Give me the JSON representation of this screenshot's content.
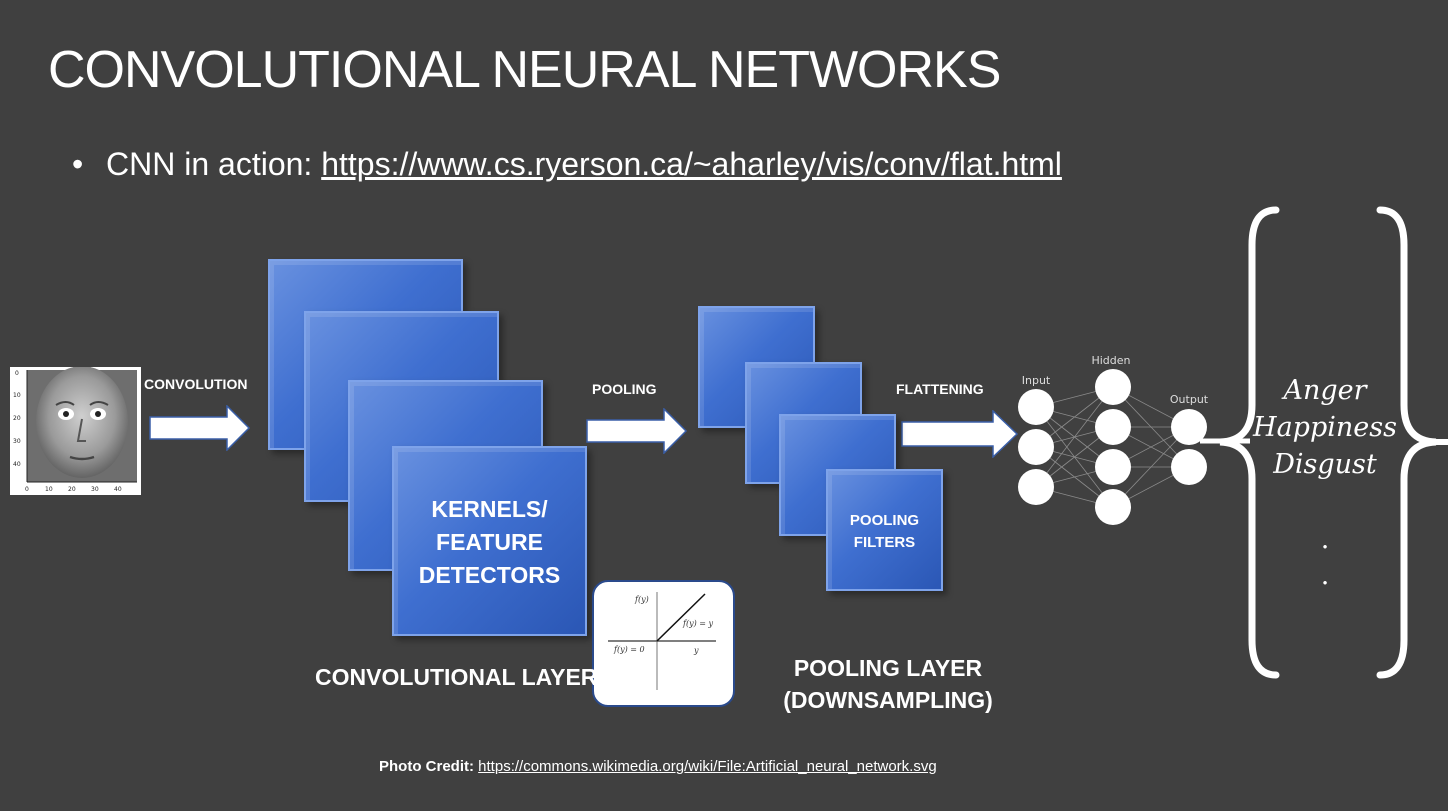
{
  "slide": {
    "title": "CONVOLUTIONAL NEURAL NETWORKS",
    "bullet_prefix": "CNN in action: ",
    "bullet_link": "https://www.cs.ryerson.ca/~aharley/vis/conv/flat.html"
  },
  "diagram": {
    "convolution_label": "CONVOLUTION",
    "pooling_label": "POOLING",
    "flattening_label": "FLATTENING",
    "kernels_text_1": "KERNELS/",
    "kernels_text_2": "FEATURE",
    "kernels_text_3": "DETECTORS",
    "pooling_filters_1": "POOLING",
    "pooling_filters_2": "FILTERS",
    "conv_layer_label": "CONVOLUTIONAL LAYER",
    "pool_layer_label_1": "POOLING LAYER",
    "pool_layer_label_2": "(DOWNSAMPLING)",
    "face_ticks_y": [
      "0",
      "10",
      "20",
      "30",
      "40"
    ],
    "face_ticks_x": [
      "0",
      "10",
      "20",
      "30",
      "40"
    ],
    "relu": {
      "fy": "f(y)",
      "fy_eq_y": "f(y) = y",
      "fy_eq_0": "f(y) = 0",
      "y": "y"
    },
    "nn": {
      "input": "Input",
      "hidden": "Hidden",
      "output": "Output"
    },
    "emotions": [
      "Anger",
      "Happiness",
      "Disgust"
    ],
    "dots": [
      ".",
      "."
    ]
  },
  "credit": {
    "label": "Photo Credit:",
    "link": "https://commons.wikimedia.org/wiki/File:Artificial_neural_network.svg"
  }
}
